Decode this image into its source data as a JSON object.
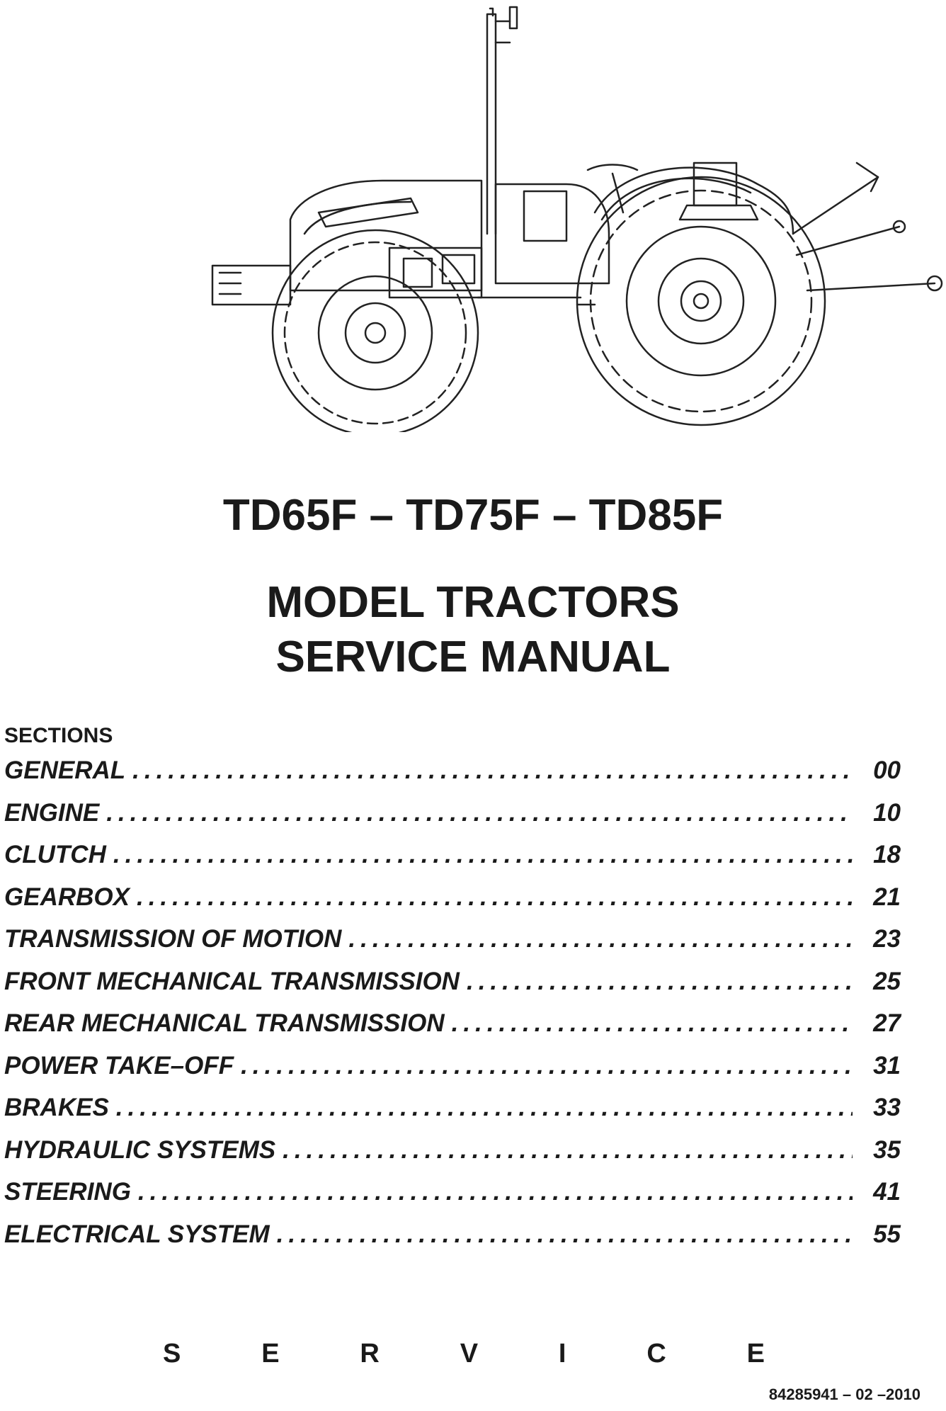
{
  "illustration": {
    "icon": "tractor-illustration"
  },
  "models": "TD65F – TD75F – TD85F",
  "title": {
    "line1": "MODEL TRACTORS",
    "line2": "SERVICE MANUAL"
  },
  "sections_label": "SECTIONS",
  "toc": [
    {
      "title": "GENERAL",
      "page": "00"
    },
    {
      "title": "ENGINE",
      "page": "10"
    },
    {
      "title": "CLUTCH",
      "page": "18"
    },
    {
      "title": "GEARBOX",
      "page": "21"
    },
    {
      "title": "TRANSMISSION OF MOTION",
      "page": "23"
    },
    {
      "title": "FRONT MECHANICAL TRANSMISSION",
      "page": "25"
    },
    {
      "title": "REAR MECHANICAL TRANSMISSION",
      "page": "27"
    },
    {
      "title": "POWER TAKE–OFF",
      "page": "31"
    },
    {
      "title": "BRAKES",
      "page": "33"
    },
    {
      "title": "HYDRAULIC SYSTEMS",
      "page": "35"
    },
    {
      "title": "STEERING",
      "page": "41"
    },
    {
      "title": "ELECTRICAL SYSTEM",
      "page": "55"
    }
  ],
  "service_letters": [
    "S",
    "E",
    "R",
    "V",
    "I",
    "C",
    "E"
  ],
  "document_number": "84285941 – 02 –2010"
}
